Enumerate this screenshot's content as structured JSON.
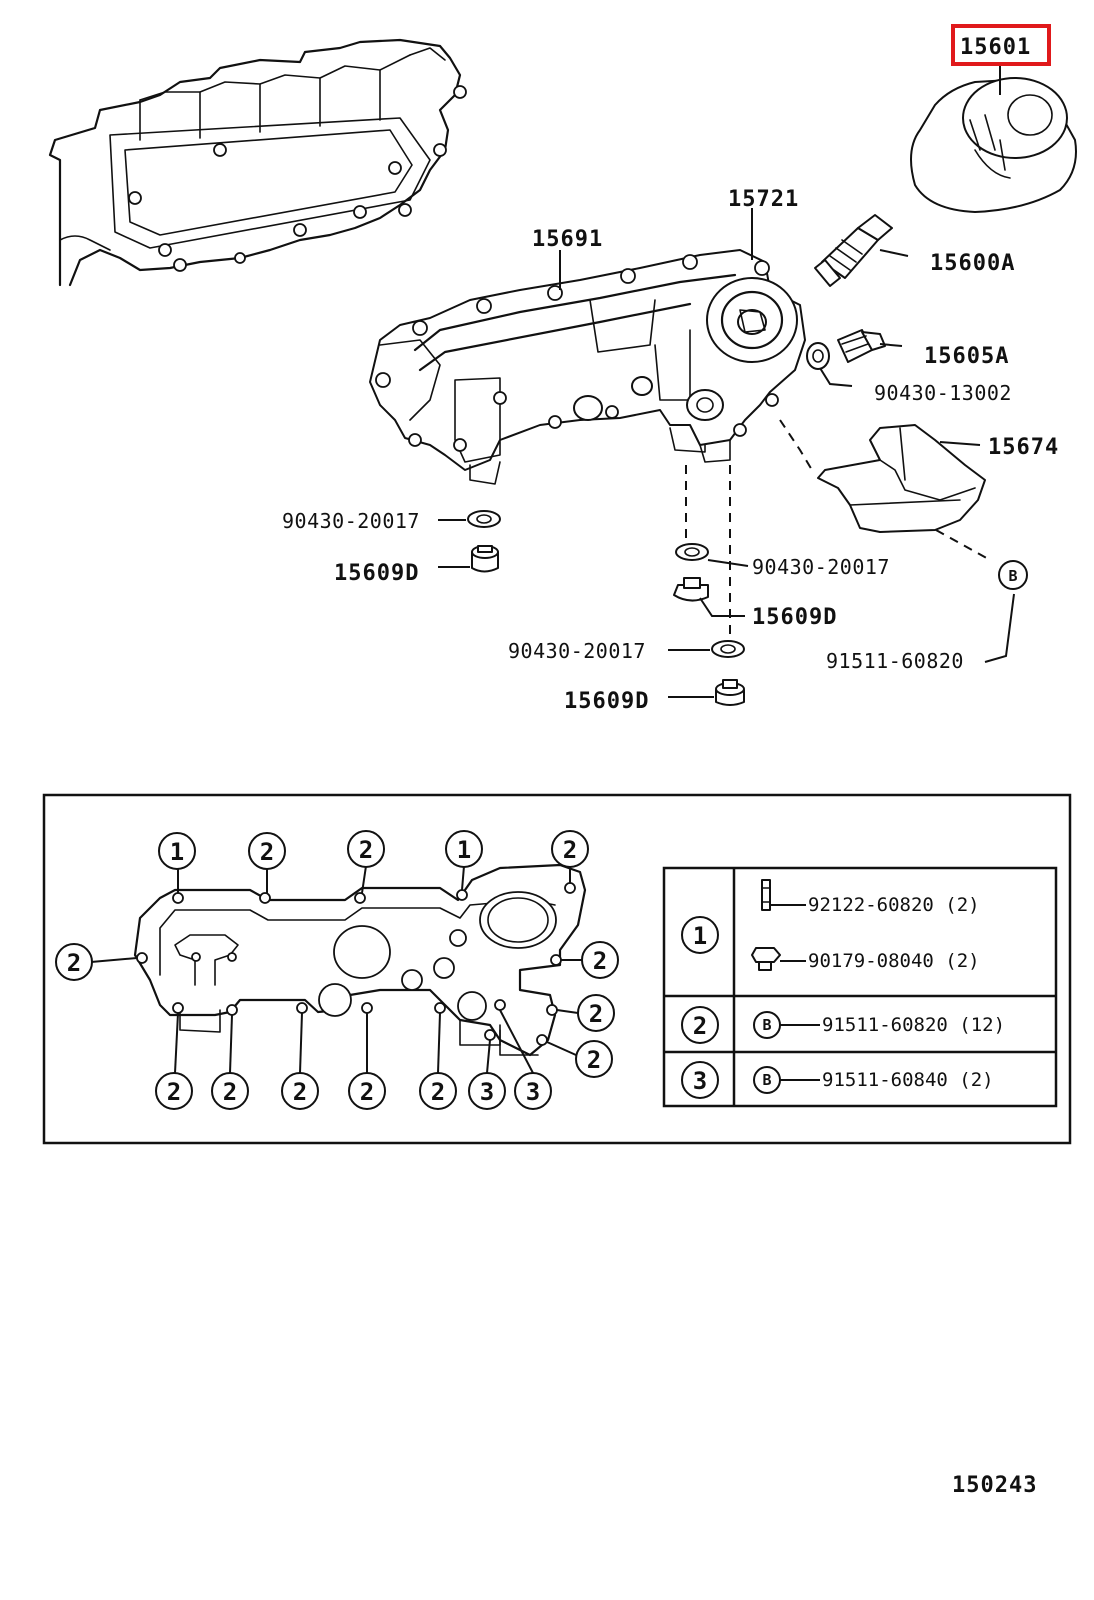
{
  "labels": {
    "p15601": "15601",
    "p15721": "15721",
    "p15691": "15691",
    "p15600a": "15600A",
    "p15605a": "15605A",
    "p90430_13002": "90430-13002",
    "p15674": "15674",
    "p90430_20017_a": "90430-20017",
    "p15609d_a": "15609D",
    "p90430_20017_b": "90430-20017",
    "p15609d_b": "15609D",
    "p90430_20017_c": "90430-20017",
    "p15609d_c": "15609D",
    "p91511_60820": "91511-60820",
    "ref_b": "B",
    "diagram_id": "150243"
  },
  "inset": {
    "top_markers": [
      "1",
      "2",
      "2",
      "1",
      "2"
    ],
    "left_marker": "2",
    "right_markers": [
      "2",
      "2",
      "2"
    ],
    "bottom_markers": [
      "2",
      "2",
      "2",
      "2",
      "2",
      "3",
      "3"
    ]
  },
  "legend": {
    "rows": [
      {
        "marker": "1",
        "items": [
          {
            "part": "92122-60820 (2)"
          },
          {
            "part": "90179-08040 (2)"
          }
        ]
      },
      {
        "marker": "2",
        "items": [
          {
            "prefix": "B",
            "part": "91511-60820 (12)"
          }
        ]
      },
      {
        "marker": "3",
        "items": [
          {
            "prefix": "B",
            "part": "91511-60840 (2)"
          }
        ]
      }
    ]
  },
  "highlight_color": "#e0191b"
}
